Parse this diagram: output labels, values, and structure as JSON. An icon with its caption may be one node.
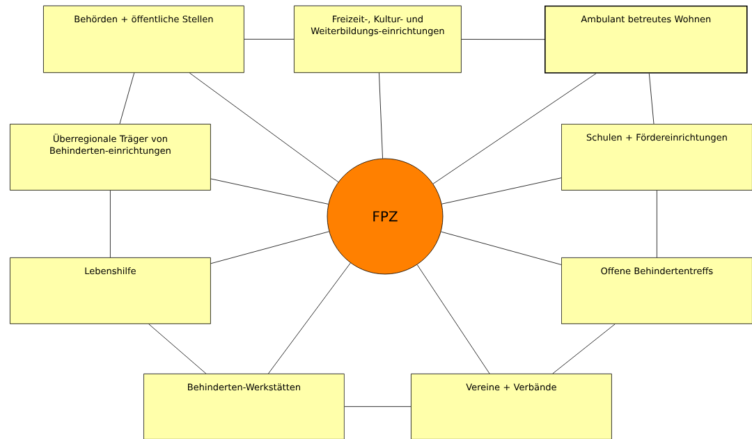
{
  "diagram": {
    "nodes": [
      {
        "text": [
          "Behörden + öffentliche Stellen"
        ]
      },
      {
        "text": [
          "Freizeit-, Kultur- und Weiterbildungs-einrichtungen"
        ]
      },
      {
        "text": [
          "Ambulant betreutes Wohnen"
        ]
      },
      {
        "text": [
          "Überregionale Träger von Behinderten-einrichtungen"
        ]
      },
      {
        "text": [
          "Schulen + Fördereinrichtungen"
        ]
      },
      {
        "text": [
          "FPZ"
        ]
      },
      {
        "text": [
          "Lebenshilfe"
        ]
      },
      {
        "text": [
          "Offene Behindertentreffs"
        ]
      },
      {
        "text": [
          "Behinderten-Werkstätten"
        ]
      },
      {
        "text": [
          "Vereine + Verbände"
        ]
      }
    ],
    "edges": [
      {
        "from": 0,
        "to": 1,
        "arrow": "none"
      },
      {
        "from": 1,
        "to": 2,
        "arrow": "none"
      },
      {
        "from": 0,
        "to": 3,
        "arrow": "none"
      },
      {
        "from": 2,
        "to": 4,
        "arrow": "none"
      },
      {
        "from": 3,
        "to": 6,
        "arrow": "none"
      },
      {
        "from": 4,
        "to": 7,
        "arrow": "none"
      },
      {
        "from": 6,
        "to": 8,
        "arrow": "none"
      },
      {
        "from": 7,
        "to": 9,
        "arrow": "none"
      },
      {
        "from": 8,
        "to": 9,
        "arrow": "none"
      },
      {
        "from": 5,
        "to": 0,
        "arrow": "none"
      },
      {
        "from": 5,
        "to": 1,
        "arrow": "none"
      },
      {
        "from": 5,
        "to": 2,
        "arrow": "none"
      },
      {
        "from": 5,
        "to": 3,
        "arrow": "none"
      },
      {
        "from": 5,
        "to": 4,
        "arrow": "none"
      },
      {
        "from": 5,
        "to": 6,
        "arrow": "none"
      },
      {
        "from": 5,
        "to": 7,
        "arrow": "none"
      },
      {
        "from": 5,
        "to": 8,
        "arrow": "none"
      },
      {
        "from": 5,
        "to": 9,
        "arrow": "none"
      }
    ]
  }
}
